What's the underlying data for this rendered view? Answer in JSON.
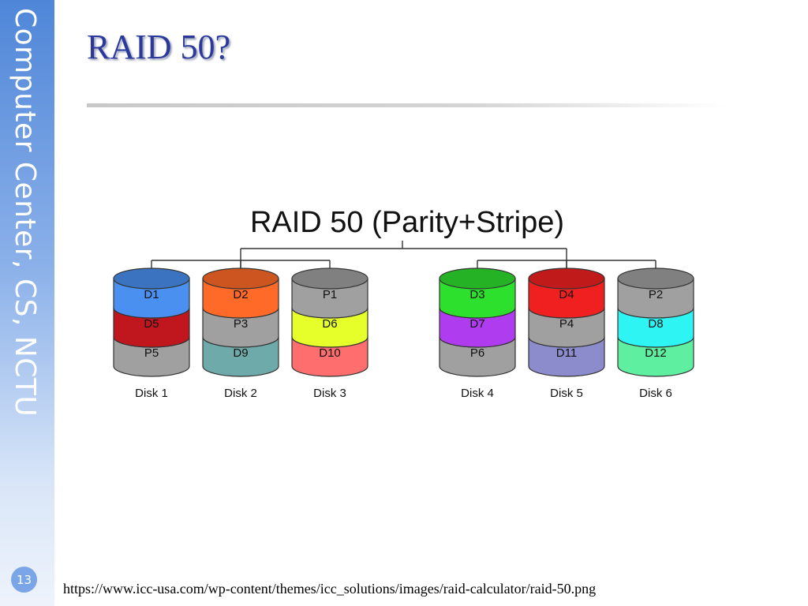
{
  "sidebar": {
    "label": "Computer Center, CS, NCTU"
  },
  "page_number": "13",
  "slide": {
    "title": "RAID 50?"
  },
  "diagram": {
    "heading": "RAID 50 (Parity+Stripe)",
    "groups": [
      {
        "disks": [
          {
            "label": "Disk 1",
            "blocks": [
              {
                "text": "D1",
                "color": "#4a90f0"
              },
              {
                "text": "D5",
                "color": "#c0161e"
              },
              {
                "text": "P5",
                "color": "#a0a0a0"
              }
            ]
          },
          {
            "label": "Disk 2",
            "blocks": [
              {
                "text": "D2",
                "color": "#ff6a28"
              },
              {
                "text": "P3",
                "color": "#a0a0a0"
              },
              {
                "text": "D9",
                "color": "#6eaaaa"
              }
            ]
          },
          {
            "label": "Disk 3",
            "blocks": [
              {
                "text": "P1",
                "color": "#a0a0a0"
              },
              {
                "text": "D6",
                "color": "#e6ff2a"
              },
              {
                "text": "D10",
                "color": "#ff6e6e"
              }
            ]
          }
        ]
      },
      {
        "disks": [
          {
            "label": "Disk 4",
            "blocks": [
              {
                "text": "D3",
                "color": "#2ee02e"
              },
              {
                "text": "D7",
                "color": "#b03cf0"
              },
              {
                "text": "P6",
                "color": "#a0a0a0"
              }
            ]
          },
          {
            "label": "Disk 5",
            "blocks": [
              {
                "text": "D4",
                "color": "#f02020"
              },
              {
                "text": "P4",
                "color": "#a0a0a0"
              },
              {
                "text": "D11",
                "color": "#8c8ccc"
              }
            ]
          },
          {
            "label": "Disk 6",
            "blocks": [
              {
                "text": "P2",
                "color": "#a0a0a0"
              },
              {
                "text": "D8",
                "color": "#2ef4f4"
              },
              {
                "text": "D12",
                "color": "#5ef0a0"
              }
            ]
          }
        ]
      }
    ]
  },
  "source_url": "https://www.icc-usa.com/wp-content/themes/icc_solutions/images/raid-calculator/raid-50.png"
}
